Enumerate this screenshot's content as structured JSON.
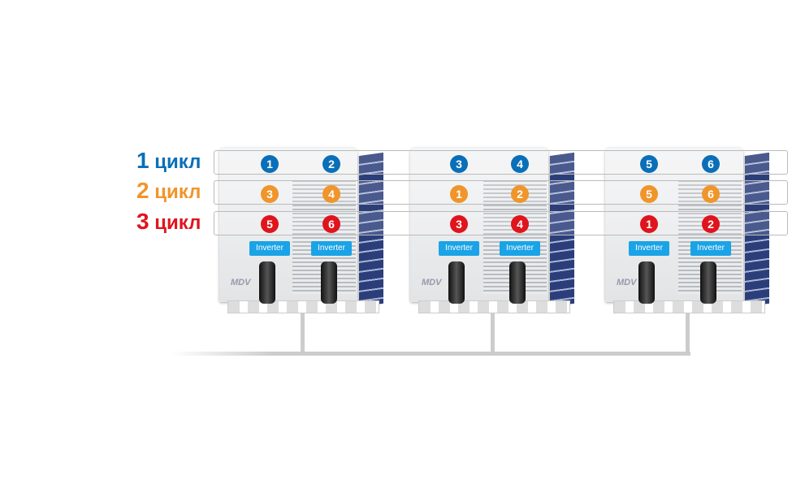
{
  "cycles": [
    {
      "num": "1",
      "label": "цикл",
      "color": "#0a6fb8"
    },
    {
      "num": "2",
      "label": "цикл",
      "color": "#f0952a"
    },
    {
      "num": "3",
      "label": "цикл",
      "color": "#e0141c"
    }
  ],
  "units": [
    {
      "badges": [
        [
          "1",
          "2"
        ],
        [
          "3",
          "4"
        ],
        [
          "5",
          "6"
        ]
      ],
      "inverter": [
        "Inverter",
        "Inverter"
      ],
      "logo": "MDV"
    },
    {
      "badges": [
        [
          "3",
          "4"
        ],
        [
          "1",
          "2"
        ],
        [
          "3",
          "4"
        ]
      ],
      "inverter": [
        "Inverter",
        "Inverter"
      ],
      "logo": "MDV"
    },
    {
      "badges": [
        [
          "5",
          "6"
        ],
        [
          "5",
          "6"
        ],
        [
          "1",
          "2"
        ]
      ],
      "inverter": [
        "Inverter",
        "Inverter"
      ],
      "logo": "MDV"
    }
  ]
}
